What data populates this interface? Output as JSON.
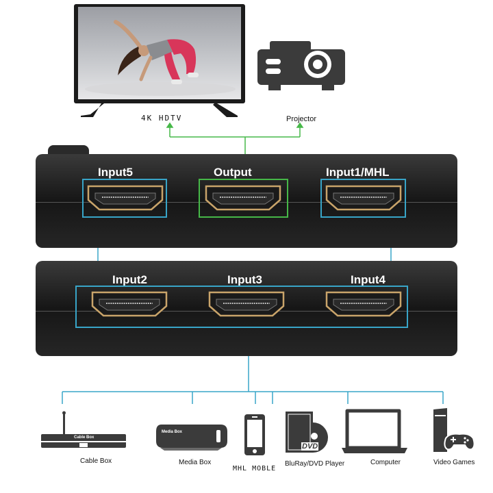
{
  "outputs": {
    "hdtv_label": "4K HDTV",
    "projector_label": "Projector"
  },
  "switch": {
    "ports": {
      "input5": "Input5",
      "output": "Output",
      "input1": "Input1/MHL",
      "input2": "Input2",
      "input3": "Input3",
      "input4": "Input4"
    }
  },
  "devices": {
    "cable_box": {
      "label": "Cable Box",
      "screen_text": "Cable Box"
    },
    "media_box": {
      "label": "Media Box",
      "screen_text": "Media Box"
    },
    "mobile": {
      "label": "MHL MOBLE"
    },
    "bluray": {
      "label": "BluRay/DVD Player",
      "disc_text": "DVD"
    },
    "computer": {
      "label": "Computer"
    },
    "games": {
      "label": "Video Games"
    }
  },
  "colors": {
    "input_highlight": "#38a5c8",
    "output_highlight": "#46b848",
    "device_icon": "#3b3b3b",
    "port_gold": "#c9a46a"
  }
}
